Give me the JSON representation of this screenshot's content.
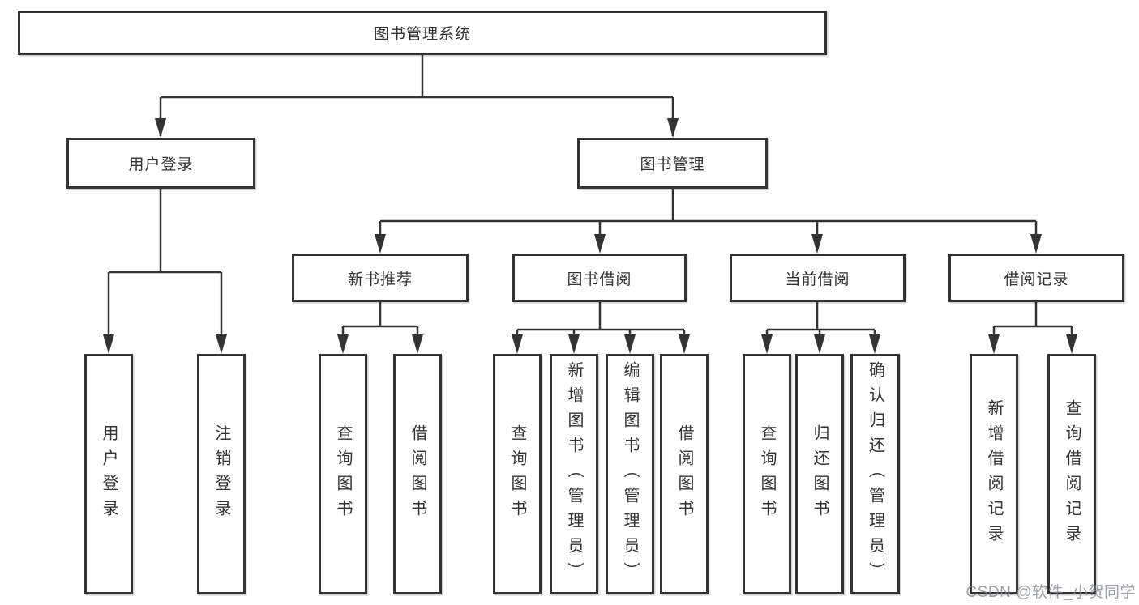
{
  "tree": {
    "root": {
      "label": "图书管理系统"
    },
    "branches": [
      {
        "label": "用户登录",
        "children": [
          {
            "label": "用户登录"
          },
          {
            "label": "注销登录"
          }
        ]
      },
      {
        "label": "图书管理",
        "groups": [
          {
            "label": "新书推荐",
            "children": [
              {
                "label": "查询图书"
              },
              {
                "label": "借阅图书"
              }
            ]
          },
          {
            "label": "图书借阅",
            "children": [
              {
                "label": "查询图书"
              },
              {
                "label": "新增图书（管理员）"
              },
              {
                "label": "编辑图书（管理员）"
              },
              {
                "label": "借阅图书"
              }
            ]
          },
          {
            "label": "当前借阅",
            "children": [
              {
                "label": "查询图书"
              },
              {
                "label": "归还图书"
              },
              {
                "label": "确认归还（管理员）"
              }
            ]
          },
          {
            "label": "借阅记录",
            "children": [
              {
                "label": "新增借阅记录"
              },
              {
                "label": "查询借阅记录"
              }
            ]
          }
        ]
      }
    ]
  },
  "colors": {
    "line": "#333333",
    "border": "#333333",
    "text": "#333333",
    "watermark": "#82858a"
  },
  "watermark": "CSDN @软件_小贺同学"
}
